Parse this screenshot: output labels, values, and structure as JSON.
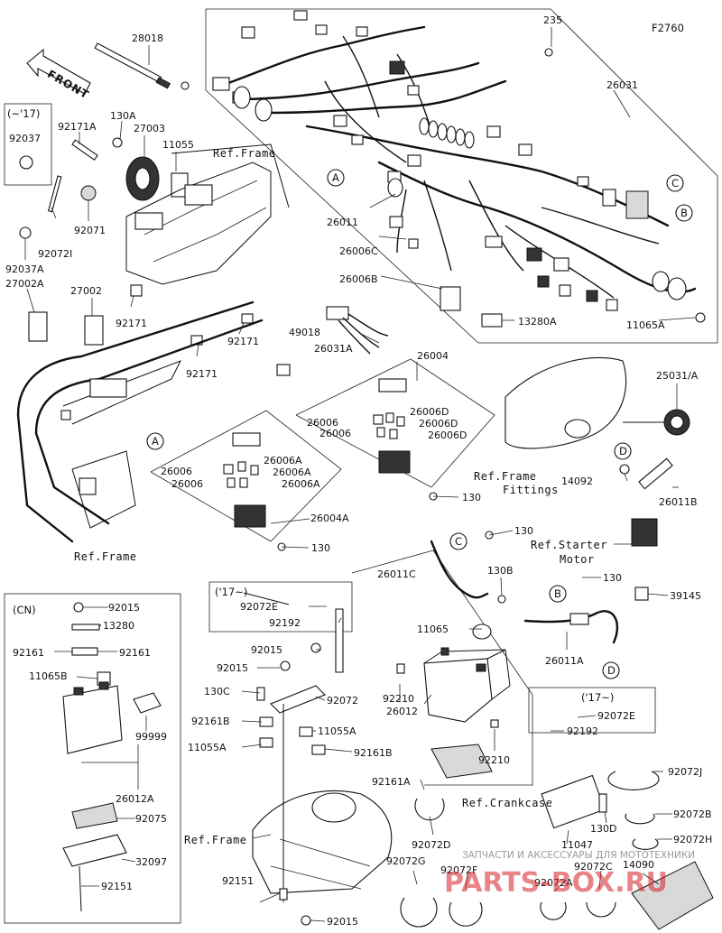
{
  "figure_code": "F2760",
  "front_label": "FRONT",
  "year_labels": {
    "until_17": "(~'17)",
    "from_17": "('17~)",
    "cn": "(CN)"
  },
  "ref_labels": {
    "frame_top": "Ref.Frame",
    "frame_left": "Ref.Frame",
    "frame_fittings_1": "Ref.Frame",
    "frame_fittings_2": "Fittings",
    "starter_motor_1": "Ref.Starter",
    "starter_motor_2": "Motor",
    "frame_bottom": "Ref.Frame",
    "crankcase": "Ref.Crankcase"
  },
  "callouts": {
    "A": "A",
    "B": "B",
    "C": "C",
    "D": "D"
  },
  "parts": {
    "p28018": "28018",
    "p235": "235",
    "p26031": "26031",
    "p130A": "130A",
    "p27003": "27003",
    "p11055": "11055",
    "p92171A": "92171A",
    "p92037": "92037",
    "p92071": "92071",
    "p92072I": "92072I",
    "p92037A": "92037A",
    "p27002A": "27002A",
    "p27002": "27002",
    "p92171_a": "92171",
    "p92171_b": "92171",
    "p92171_c": "92171",
    "p26011": "26011",
    "p26006C": "26006C",
    "p26006B": "26006B",
    "p13280A": "13280A",
    "p11065A": "11065A",
    "p49018": "49018",
    "p26031A": "26031A",
    "p26004": "26004",
    "p26006_1": "26006",
    "p26006_2": "26006",
    "p26006D_1": "26006D",
    "p26006D_2": "26006D",
    "p26006D_3": "26006D",
    "p130_1": "130",
    "p26006_3": "26006",
    "p26006_4": "26006",
    "p26006A_1": "26006A",
    "p26006A_2": "26006A",
    "p26006A_3": "26006A",
    "p26004A": "26004A",
    "p130_2": "130",
    "p25031A": "25031/A",
    "p14092": "14092",
    "p26011B": "26011B",
    "p130_3": "130",
    "p26011C": "26011C",
    "p130B": "130B",
    "p130_4": "130",
    "p39145": "39145",
    "p11065": "11065",
    "p26011A": "26011A",
    "p92072E_1": "92072E",
    "p92192_1": "92192",
    "p92015_1": "92015",
    "p92015_2": "92015",
    "p92072": "92072",
    "p130C": "130C",
    "p92161B_1": "92161B",
    "p11055A_1": "11055A",
    "p11055A_2": "11055A",
    "p92161B_2": "92161B",
    "p92210_1": "92210",
    "p26012": "26012",
    "p92210_2": "92210",
    "p92072E_2": "92072E",
    "p92192_2": "92192",
    "p92072J": "92072J",
    "p92072B": "92072B",
    "p92072H": "92072H",
    "p92161A": "92161A",
    "p130D": "130D",
    "p11047": "11047",
    "p92072D": "92072D",
    "p92072G": "92072G",
    "p92072F": "92072F",
    "p92072C": "92072C",
    "p92072A": "92072A",
    "p14090": "14090",
    "p92151_main": "92151",
    "p92015_3": "92015",
    "cn92015": "92015",
    "cn13280": "13280",
    "cn92161_a": "92161",
    "cn92161_b": "92161",
    "cn11065B": "11065B",
    "cn99999": "99999",
    "cn26012A": "26012A",
    "cn92075": "92075",
    "cn32097": "32097",
    "cn92151": "92151"
  },
  "watermark": {
    "line": "ЗАПЧАСТИ И АКСЕССУАРЫ ДЛЯ МОТОТЕХНИКИ",
    "logo": "PARTS-BOX.RU"
  }
}
